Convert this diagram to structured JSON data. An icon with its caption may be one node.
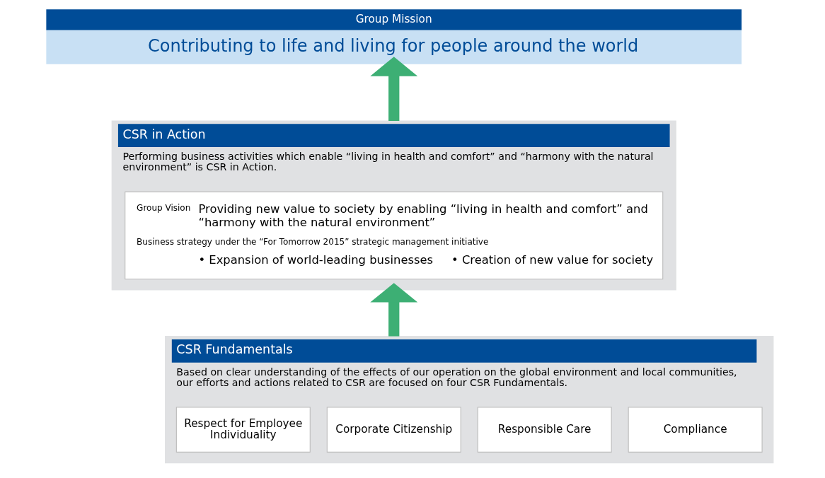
{
  "diagram": {
    "nodes": [
      {
        "text": [
          "Group Mission",
          "Contributing to life and living for people around the world"
        ]
      },
      {
        "text": [
          "CSR in Action",
          "Performing business activities which enable “living in health and comfort” and “harmony with the natural environment” is CSR in Action."
        ]
      },
      {
        "text": [
          "Group Vision",
          "Providing new value to society by enabling “living in health and comfort” and “harmony with the natural environment”",
          "Business strategy under the “For Tomorrow 2015” strategic management initiative",
          "• Expansion of world-leading businesses",
          "• Creation of new value for society"
        ],
        "in": 1
      },
      {
        "text": [
          "CSR Fundamentals",
          "Based on clear understanding of the effects of our operation on the global environment and local communities, our efforts and actions related to CSR are focused on four CSR Fundamentals."
        ]
      },
      {
        "text": [
          "Compliance"
        ],
        "in": 3
      },
      {
        "text": [
          "Responsible Care"
        ],
        "in": 3
      },
      {
        "text": [
          "Corporate Citizenship"
        ],
        "in": 3
      },
      {
        "text": [
          "Respect for Employee Individuality"
        ],
        "in": 3
      }
    ],
    "edges": [
      {
        "from": 3,
        "to": 1,
        "arrow": "to",
        "color": "#3daf74"
      },
      {
        "from": 1,
        "to": 0,
        "arrow": "to",
        "color": "#3daf74"
      }
    ]
  }
}
